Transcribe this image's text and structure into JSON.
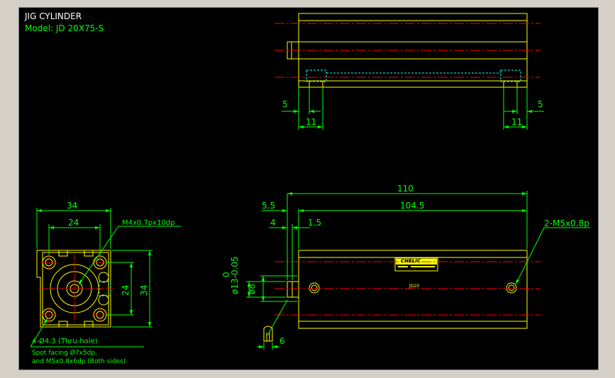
{
  "title": {
    "name": "JIG CYLINDER",
    "model": "Model: JD 20X75-S"
  },
  "colors": {
    "outline": "#ffff00",
    "dimension": "#00ff00",
    "centerline": "#ff0000",
    "hidden": "#00ffff",
    "text": "#ffffff",
    "background": "#000000"
  },
  "top_view": {
    "dim_left_offset": "5",
    "dim_left_width": "11",
    "dim_right_offset": "5",
    "dim_right_width": "11"
  },
  "end_view": {
    "dim_overall_width": "34",
    "dim_hole_spacing_w": "24",
    "dim_hole_spacing_h": "24",
    "dim_overall_height": "34",
    "callout_rod_thread": "M4x0.7px10dp",
    "callout_holes": "4-Ø4.3 (Thru-hole)",
    "callout_spot_1": "Spot facing Ø7x5dp,",
    "callout_spot_2": "and M5x0.8x6dp (Both sides)"
  },
  "side_view": {
    "dim_total_length": "110",
    "dim_body_length": "104.5",
    "dim_rod_ext": "5.5",
    "dim_flat": "4",
    "dim_step": "1.5",
    "dim_port_thread": "2-M5x0.8p",
    "dim_tol_upper": "0",
    "dim_bore": "ø13-0.05",
    "dim_rod_dia": "ø8",
    "dim_rod_flat": "6",
    "label_brand": "CHELIC",
    "label_small": "JD20"
  }
}
